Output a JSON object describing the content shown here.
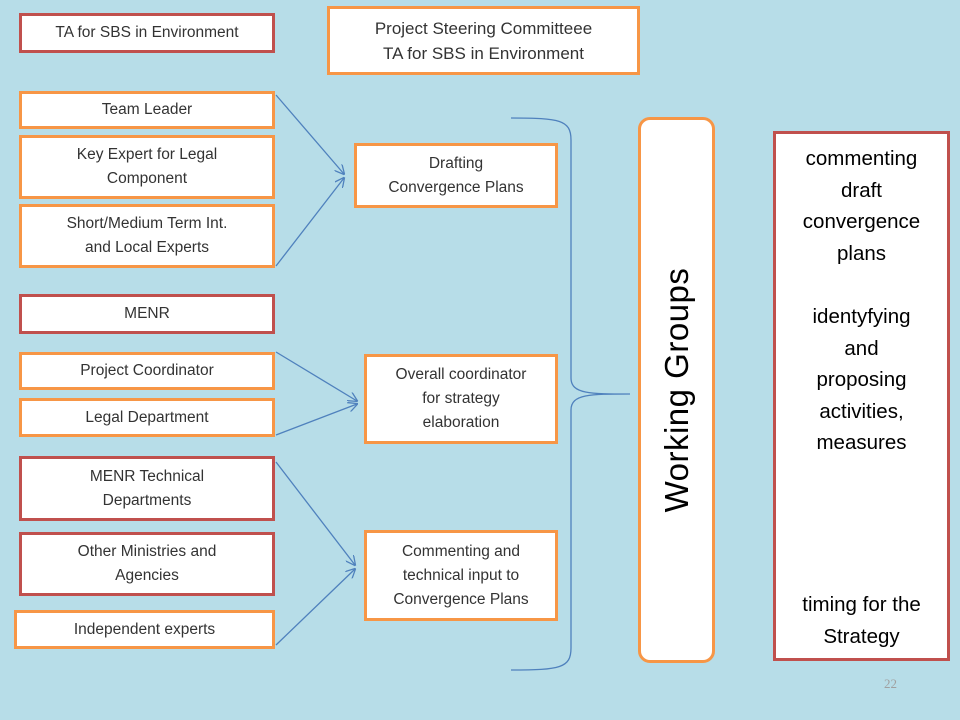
{
  "header": {
    "left_title": "TA for SBS in Environment",
    "center_title_line1": "Project Steering Committeee",
    "center_title_line2": "TA for SBS in Environment"
  },
  "ta_group": {
    "team_leader": "Team Leader",
    "key_expert_line1": "Key Expert for Legal",
    "key_expert_line2": "Component",
    "short_medium_line1": "Short/Medium Term Int.",
    "short_medium_line2": "and Local Experts"
  },
  "menr_group": {
    "title": "MENR",
    "project_coordinator": "Project Coordinator",
    "legal_department": "Legal Department"
  },
  "stakeholders": {
    "menr_tech_line1": "MENR Technical",
    "menr_tech_line2": "Departments",
    "other_ministries_line1": "Other Ministries and",
    "other_ministries_line2": "Agencies",
    "independent_experts": "Independent  experts"
  },
  "roles": {
    "drafting_line1": "Drafting",
    "drafting_line2": "Convergence  Plans",
    "overall_line1": "Overall coordinator",
    "overall_line2": "for strategy",
    "overall_line3": "elaboration",
    "commenting_line1": "Commenting and",
    "commenting_line2": "technical input to",
    "commenting_line3": "Convergence Plans"
  },
  "working_groups": {
    "label": "Working Groups"
  },
  "tasks": {
    "t1": [
      "commenting",
      "draft",
      "convergence",
      "plans"
    ],
    "t2": [
      "identyfying",
      "and",
      "proposing",
      "activities,",
      "measures"
    ],
    "t3": [
      "timing for the",
      "Strategy"
    ]
  },
  "footer": {
    "page_number": "22"
  },
  "colors": {
    "background": "#b7dde8",
    "red_border": "#c0504d",
    "orange_border": "#f79646",
    "connector": "#4f81bd"
  }
}
